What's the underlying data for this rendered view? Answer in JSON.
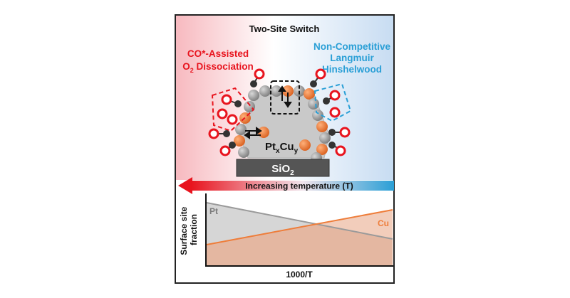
{
  "figure": {
    "title": "Two-Site Switch",
    "left_mechanism": [
      "CO*-Assisted",
      "O",
      "Dissociation"
    ],
    "left_subscript": "2",
    "right_mechanism": [
      "Non-Competitive",
      "Langmuir",
      "Hinshelwood"
    ],
    "particle_label": {
      "a": "Pt",
      "a_sub": "x",
      "b": "Cu",
      "b_sub": "y"
    },
    "support_label": "SiO",
    "support_sub": "2",
    "arrow_label": "Increasing temperature (T)",
    "colors": {
      "red": "#e8141e",
      "blue": "#2a9fd6",
      "pt": "#9a9a9a",
      "cu": "#ee7d3a"
    }
  },
  "chart_data": {
    "type": "area",
    "xlabel": "1000/T",
    "ylabel": "Surface site fraction",
    "ylabel_lines": [
      "Surface site",
      "fraction"
    ],
    "series": [
      {
        "name": "Pt",
        "trend": "decreasing with 1000/T",
        "color": "#9a9a9a"
      },
      {
        "name": "Cu",
        "trend": "increasing with 1000/T",
        "color": "#ee7d3a"
      }
    ],
    "grid": false
  }
}
